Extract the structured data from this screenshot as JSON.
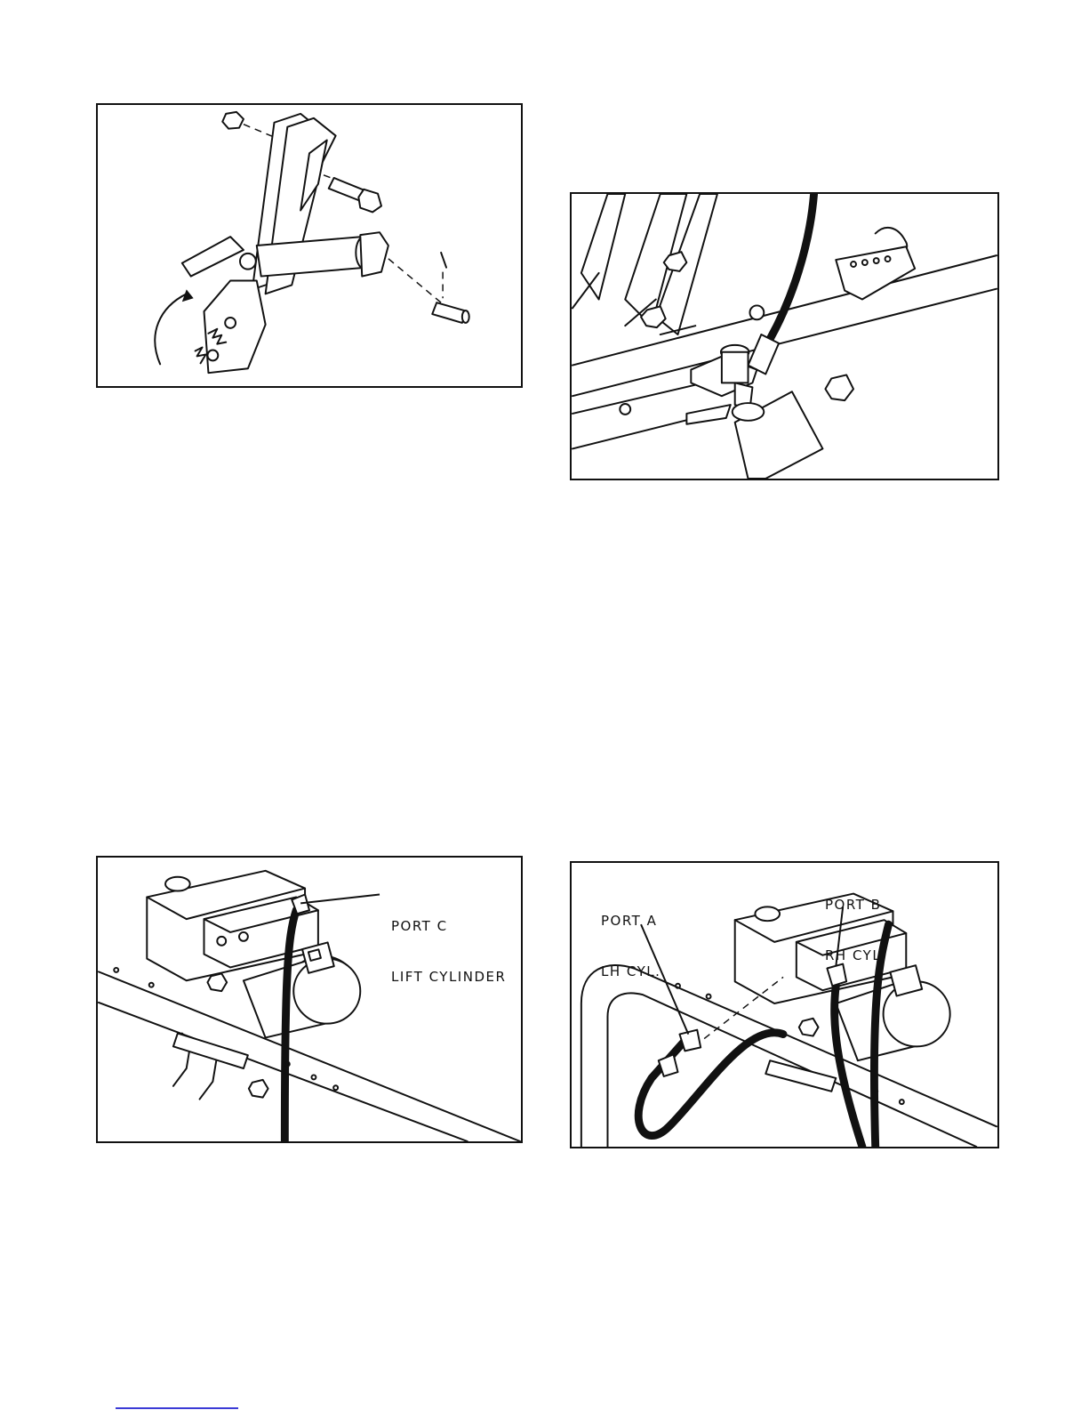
{
  "figures": [
    {
      "id": "fig1",
      "subject": "latch-linkage-assembly"
    },
    {
      "id": "fig2",
      "subject": "cylinder-hose-fitting"
    },
    {
      "id": "fig3",
      "subject": "pump-port-c",
      "callouts": {
        "port_c_line1": "PORT C",
        "port_c_line2": "LIFT CYLINDER"
      }
    },
    {
      "id": "fig4",
      "subject": "pump-ports-a-b",
      "callouts": {
        "port_a_line1": "PORT A",
        "port_a_line2": "LH CYL.",
        "port_b_line1": "PORT B",
        "port_b_line2": "RH CYL."
      }
    }
  ],
  "colors": {
    "ink": "#111111",
    "link_underline": "#3b3bd6"
  }
}
